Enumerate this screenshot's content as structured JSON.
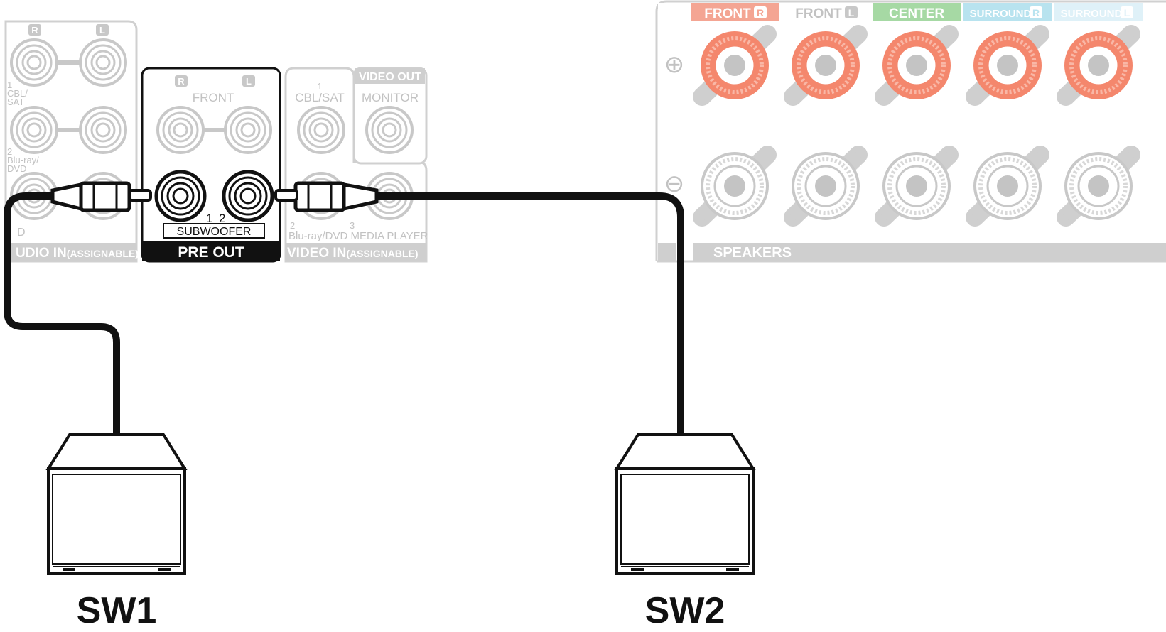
{
  "receiver": {
    "audio_in": {
      "channel_r": "R",
      "channel_l": "L",
      "input_1_num": "1",
      "input_1_name": [
        "CBL/",
        "SAT"
      ],
      "input_2_num": "2",
      "input_2_name": [
        "Blu-ray/",
        "DVD"
      ],
      "input_3_fragment": "D",
      "bar_label": "UDIO IN",
      "bar_suffix": "(ASSIGNABLE)"
    },
    "pre_out": {
      "channel_r": "R",
      "channel_l": "L",
      "front_label": "FRONT",
      "sub_num_1": "1",
      "sub_num_2": "2",
      "subwoofer_label": "SUBWOOFER",
      "bar_label": "PRE OUT"
    },
    "video_in": {
      "input_1_num": "1",
      "input_1_name": "CBL/SAT",
      "input_2_num": "2",
      "input_3_num": "3",
      "bottom_text": "Blu-ray/DVD MEDIA PLAYER",
      "bar_label": "VIDEO IN",
      "bar_suffix": "(ASSIGNABLE)"
    },
    "video_out": {
      "header": "VIDEO OUT",
      "monitor_label": "MONITOR"
    },
    "speakers": {
      "bar_label": "SPEAKERS",
      "plus_symbol": "⊕",
      "minus_symbol": "⊖",
      "channels": [
        {
          "name": "FRONT",
          "side": "R",
          "color": "#f4a593"
        },
        {
          "name": "FRONT",
          "side": "L",
          "color": "#ffffff"
        },
        {
          "name": "CENTER",
          "side": "",
          "color": "#a6d9a4"
        },
        {
          "name": "SURROUND",
          "side": "R",
          "color": "#b8e3ef"
        },
        {
          "name": "SURROUND",
          "side": "L",
          "color": "#dff1f8"
        }
      ],
      "terminal_color_positive": "#f4876d"
    }
  },
  "subwoofers": [
    {
      "label": "SW1"
    },
    {
      "label": "SW2"
    }
  ]
}
